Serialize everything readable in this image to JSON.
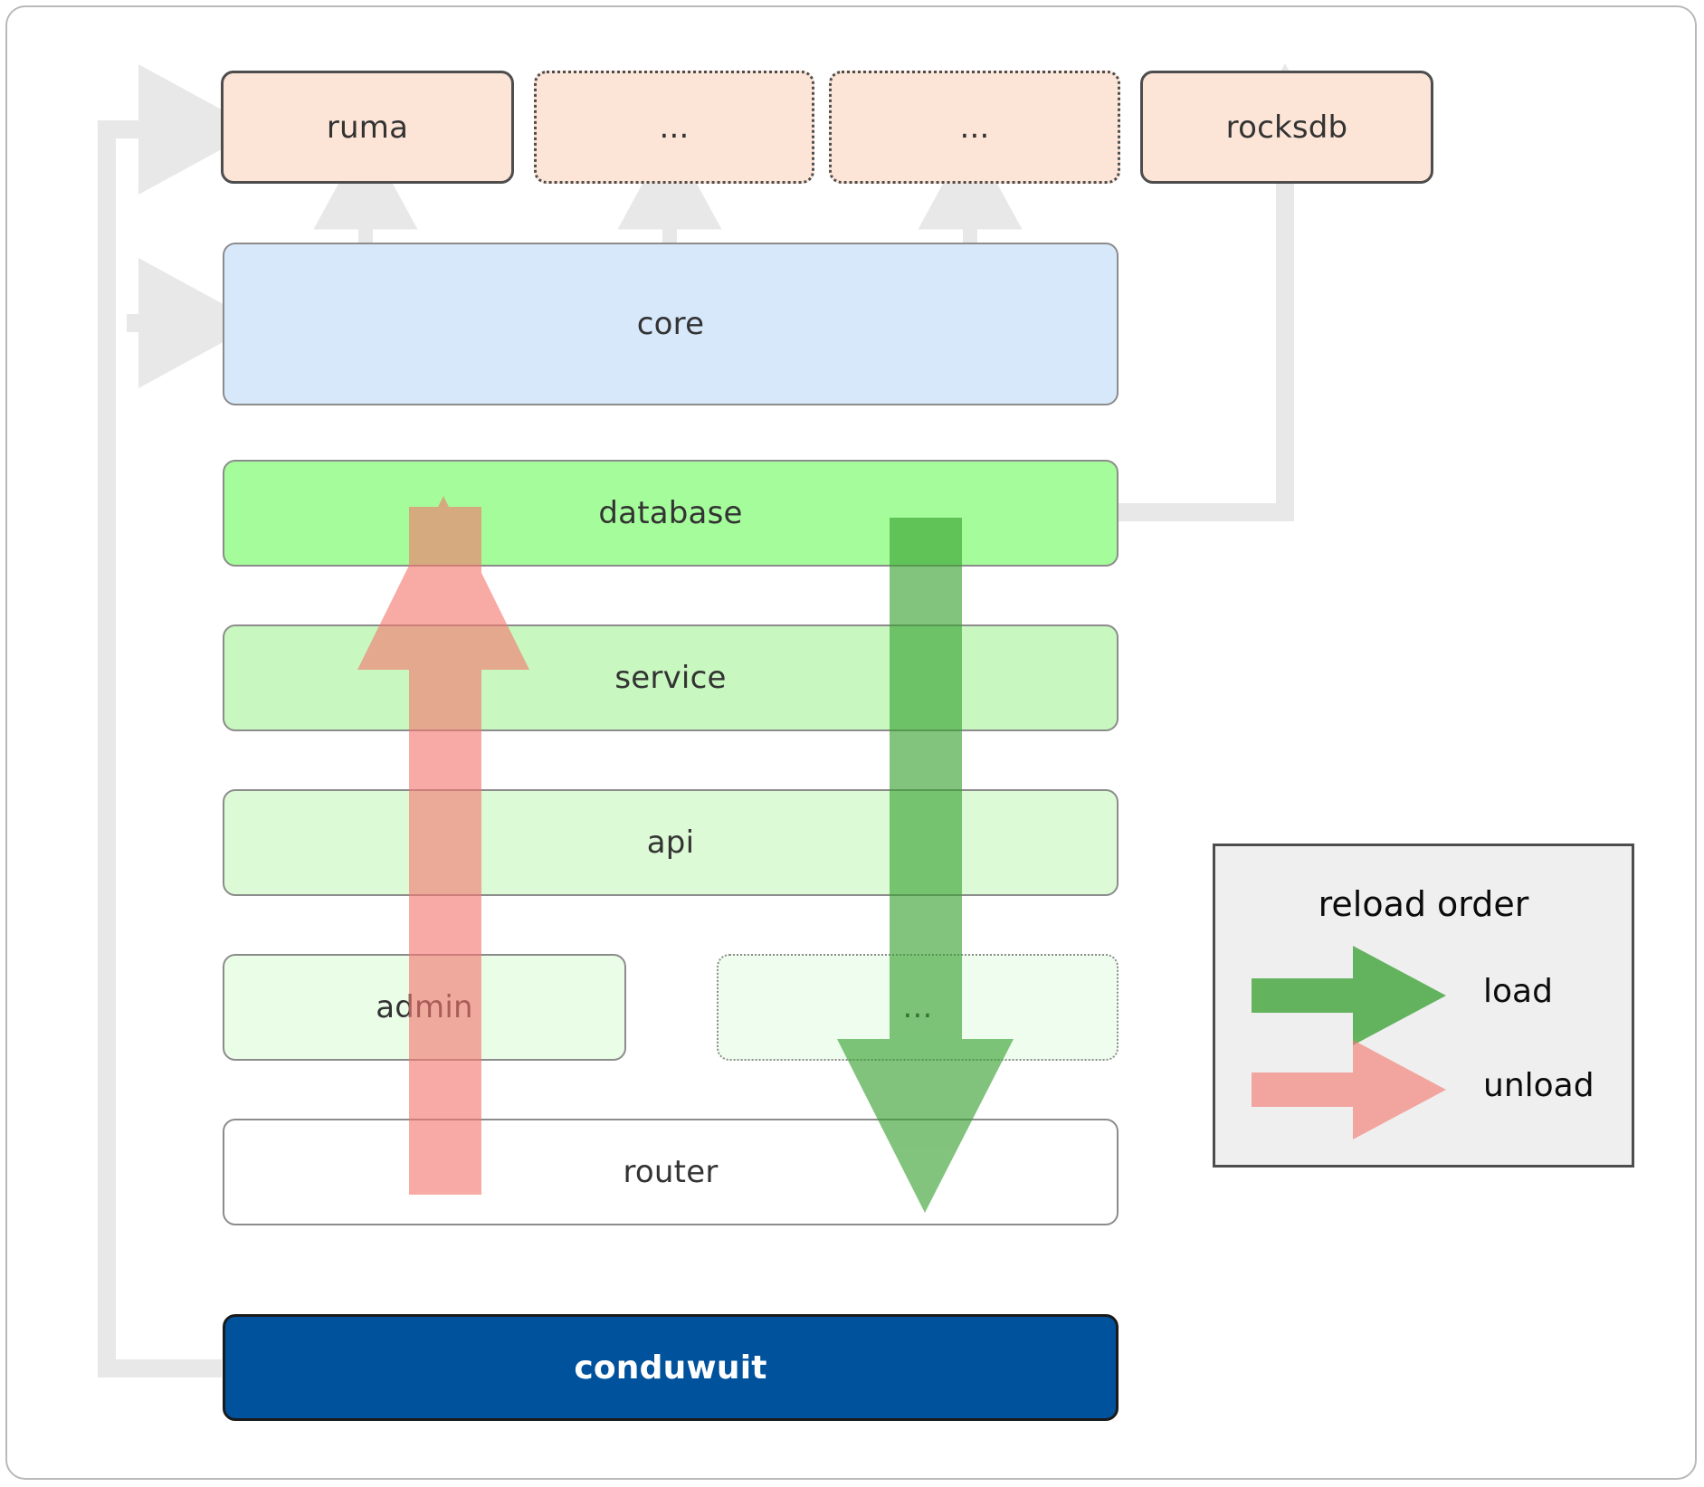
{
  "diagram": {
    "title_absent": true,
    "colors": {
      "dependency_fill": "#fce4d6",
      "dependency_stroke": "#4d4d4d",
      "core_fill": "#d7e8fb",
      "database_fill": "#a5fc9a",
      "service_fill": "#c8f7c0",
      "api_fill": "#ddfad7",
      "admin_fill": "#eafde7",
      "etc_fill": "#effdee",
      "router_fill": "#ffffff",
      "main_fill": "#00529c",
      "connector_gray": "#e8e8e8",
      "load_green": "#4caf50",
      "unload_red": "#f4786f",
      "legend_bg": "#efefef",
      "border_gray": "#8c8c8c"
    },
    "dependencies": [
      {
        "label": "ruma",
        "style": "solid"
      },
      {
        "label": "...",
        "style": "dotted"
      },
      {
        "label": "...",
        "style": "dotted"
      },
      {
        "label": "rocksdb",
        "style": "solid"
      }
    ],
    "core": {
      "label": "core"
    },
    "layers": [
      {
        "label": "database",
        "style": "solid"
      },
      {
        "label": "service",
        "style": "solid"
      },
      {
        "label": "api",
        "style": "solid"
      },
      {
        "label": "admin",
        "style": "solid"
      },
      {
        "label": "...",
        "style": "dotted"
      },
      {
        "label": "router",
        "style": "solid"
      }
    ],
    "main": {
      "label": "conduwuit"
    },
    "legend": {
      "title": "reload order",
      "entries": [
        {
          "label": "load",
          "color": "#4caf50",
          "direction": "right"
        },
        {
          "label": "unload",
          "color": "#f4786f",
          "direction": "right"
        }
      ]
    },
    "flow_arrows": [
      {
        "name": "unload",
        "direction": "up",
        "from": "router",
        "to": "database"
      },
      {
        "name": "load",
        "direction": "down",
        "from": "database",
        "to": "router"
      }
    ]
  }
}
